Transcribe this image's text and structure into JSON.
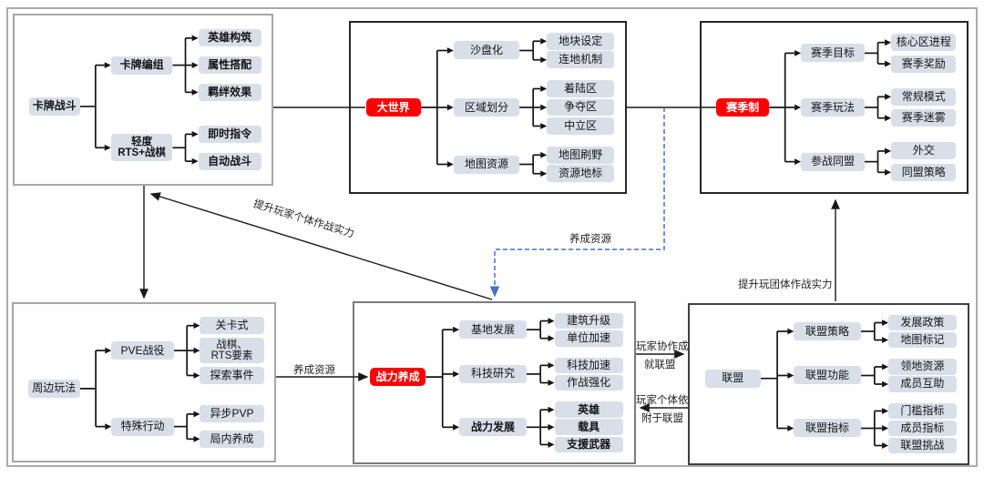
{
  "diagram": {
    "colors": {
      "node_fill": "#d9dfe9",
      "accent_red": "#fe0000",
      "edge_blue": "#4472c4",
      "line": "#1a1a1a",
      "panel_border_dark": "#262626",
      "panel_border_gray": "#a6a6a6"
    },
    "panels": [
      {
        "id": "card-battle",
        "root": {
          "text": "卡牌战斗",
          "red": false,
          "bold": true
        },
        "branches": [
          {
            "node": {
              "text": "卡牌编组",
              "bold": true
            },
            "leaves": [
              {
                "text": "英雄构筑",
                "bold": true
              },
              {
                "text": "属性搭配",
                "bold": true
              },
              {
                "text": "羁绊效果",
                "bold": true
              }
            ]
          },
          {
            "node": {
              "text": "轻度\nRTS+战棋",
              "bold": true
            },
            "leaves": [
              {
                "text": "即时指令",
                "bold": true
              },
              {
                "text": "自动战斗",
                "bold": true
              }
            ]
          }
        ]
      },
      {
        "id": "big-world",
        "root": {
          "text": "大世界",
          "red": true,
          "bold": true
        },
        "branches": [
          {
            "node": {
              "text": "沙盘化",
              "bold": false
            },
            "leaves": [
              {
                "text": "地块设定",
                "bold": false
              },
              {
                "text": "连地机制",
                "bold": false
              }
            ]
          },
          {
            "node": {
              "text": "区域划分",
              "bold": false
            },
            "leaves": [
              {
                "text": "着陆区",
                "bold": false
              },
              {
                "text": "争夺区",
                "bold": false
              },
              {
                "text": "中立区",
                "bold": false
              }
            ]
          },
          {
            "node": {
              "text": "地图资源",
              "bold": false
            },
            "leaves": [
              {
                "text": "地图刷野",
                "bold": false
              },
              {
                "text": "资源地标",
                "bold": false
              }
            ]
          }
        ]
      },
      {
        "id": "season",
        "root": {
          "text": "赛季制",
          "red": true,
          "bold": true
        },
        "branches": [
          {
            "node": {
              "text": "赛季目标",
              "bold": false
            },
            "leaves": [
              {
                "text": "核心区进程",
                "bold": false
              },
              {
                "text": "赛季奖励",
                "bold": false
              }
            ]
          },
          {
            "node": {
              "text": "赛季玩法",
              "bold": false
            },
            "leaves": [
              {
                "text": "常规模式",
                "bold": false
              },
              {
                "text": "赛季迷雾",
                "bold": false
              }
            ]
          },
          {
            "node": {
              "text": "参战同盟",
              "bold": false
            },
            "leaves": [
              {
                "text": "外交",
                "bold": false
              },
              {
                "text": "同盟策略",
                "bold": false
              }
            ]
          }
        ]
      },
      {
        "id": "side-play",
        "root": {
          "text": "周边玩法",
          "red": false,
          "bold": false
        },
        "branches": [
          {
            "node": {
              "text": "PVE战役",
              "bold": false
            },
            "leaves": [
              {
                "text": "关卡式",
                "bold": false
              },
              {
                "text": "战棋、\nRTS要素",
                "bold": false
              },
              {
                "text": "探索事件",
                "bold": false
              }
            ]
          },
          {
            "node": {
              "text": "特殊行动",
              "bold": false
            },
            "leaves": [
              {
                "text": "异步PVP",
                "bold": false
              },
              {
                "text": "局内养成",
                "bold": false
              }
            ]
          }
        ]
      },
      {
        "id": "power-growth",
        "root": {
          "text": "战力养成",
          "red": true,
          "bold": true
        },
        "branches": [
          {
            "node": {
              "text": "基地发展",
              "bold": false
            },
            "leaves": [
              {
                "text": "建筑升级",
                "bold": false
              },
              {
                "text": "单位加速",
                "bold": false
              }
            ]
          },
          {
            "node": {
              "text": "科技研究",
              "bold": false
            },
            "leaves": [
              {
                "text": "科技加速",
                "bold": false
              },
              {
                "text": "作战强化",
                "bold": false
              }
            ]
          },
          {
            "node": {
              "text": "战力发展",
              "bold": true
            },
            "leaves": [
              {
                "text": "英雄",
                "bold": true
              },
              {
                "text": "载具",
                "bold": true
              },
              {
                "text": "支援武器",
                "bold": true
              }
            ]
          }
        ]
      },
      {
        "id": "alliance",
        "root": {
          "text": "联盟",
          "red": false,
          "bold": false
        },
        "branches": [
          {
            "node": {
              "text": "联盟策略",
              "bold": false
            },
            "leaves": [
              {
                "text": "发展政策",
                "bold": false
              },
              {
                "text": "地图标记",
                "bold": false
              }
            ]
          },
          {
            "node": {
              "text": "联盟功能",
              "bold": false
            },
            "leaves": [
              {
                "text": "领地资源",
                "bold": false
              },
              {
                "text": "成员互助",
                "bold": false
              }
            ]
          },
          {
            "node": {
              "text": "联盟指标",
              "bold": false
            },
            "leaves": [
              {
                "text": "门槛指标",
                "bold": false
              },
              {
                "text": "成员指标",
                "bold": false
              },
              {
                "text": "联盟挑战",
                "bold": false
              }
            ]
          }
        ]
      }
    ],
    "edge_labels": {
      "boost_individual": "提升玩家个体作战实力",
      "grow_resource_top": "养成资源",
      "grow_resource_left": "养成资源",
      "coop_line1": "玩家协作成",
      "coop_line2": "就联盟",
      "depend_line1": "玩家个体依",
      "depend_line2": "附于联盟",
      "boost_group": "提升玩团体作战实力"
    }
  }
}
